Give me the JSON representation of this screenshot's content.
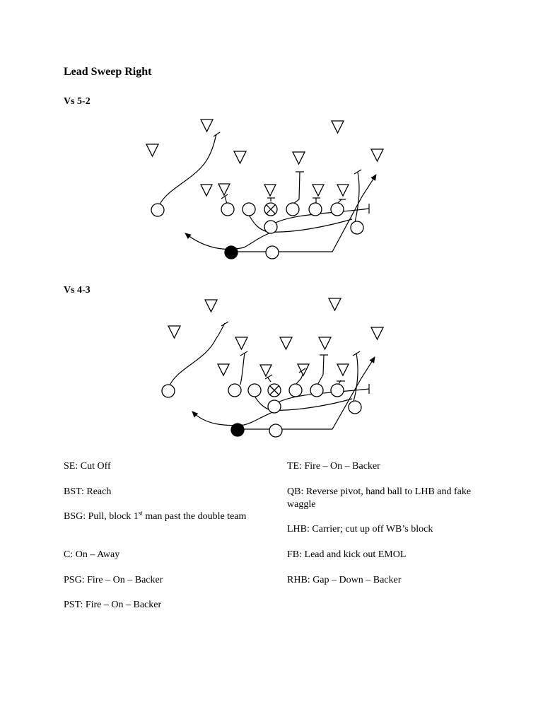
{
  "title": "Lead Sweep Right",
  "diagrams": [
    {
      "label": "Vs 5-2"
    },
    {
      "label": "Vs 4-3"
    }
  ],
  "assignments": {
    "left": [
      {
        "pos": "SE",
        "text": "Cut Off"
      },
      {
        "pos": "BST",
        "text": "Reach"
      },
      {
        "pos": "BSG",
        "text_pre": "Pull, block 1",
        "sup": "st",
        "text_post": " man past the double team"
      },
      {
        "pos": "C",
        "text": "On – Away"
      },
      {
        "pos": "PSG",
        "text": "Fire – On – Backer"
      },
      {
        "pos": "PST",
        "text": "Fire – On – Backer"
      }
    ],
    "right": [
      {
        "pos": "TE",
        "text": "Fire – On – Backer"
      },
      {
        "pos": "QB",
        "text": "Reverse pivot, hand ball to LHB and fake waggle"
      },
      {
        "pos": "LHB",
        "text": "Carrier; cut up off WB’s block"
      },
      {
        "pos": "FB",
        "text": "Lead and kick out EMOL"
      },
      {
        "pos": "RHB",
        "text": "Gap – Down – Backer"
      }
    ]
  }
}
